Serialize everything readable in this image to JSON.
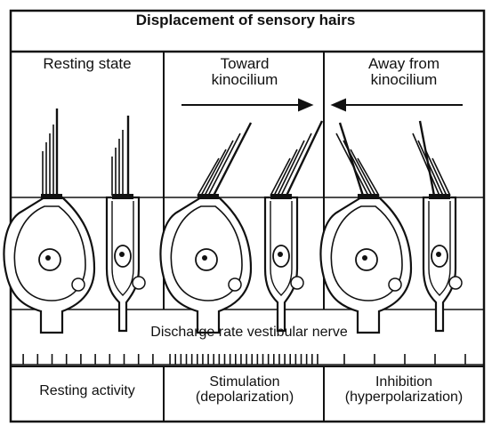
{
  "title": "Displacement of sensory hairs",
  "columns": {
    "resting": {
      "header": "Resting state",
      "activity": "Resting activity"
    },
    "toward": {
      "header_line1": "Toward",
      "header_line2": "kinocilium",
      "activity_line1": "Stimulation",
      "activity_line2": "(depolarization)"
    },
    "away": {
      "header_line1": "Away from",
      "header_line2": "kinocilium",
      "activity_line1": "Inhibition",
      "activity_line2": "(hyperpolarization)"
    }
  },
  "nerve_label": "Discharge rate vestibular nerve",
  "spike_counts": {
    "resting": 10,
    "stimulation": 28,
    "inhibition": 5
  }
}
